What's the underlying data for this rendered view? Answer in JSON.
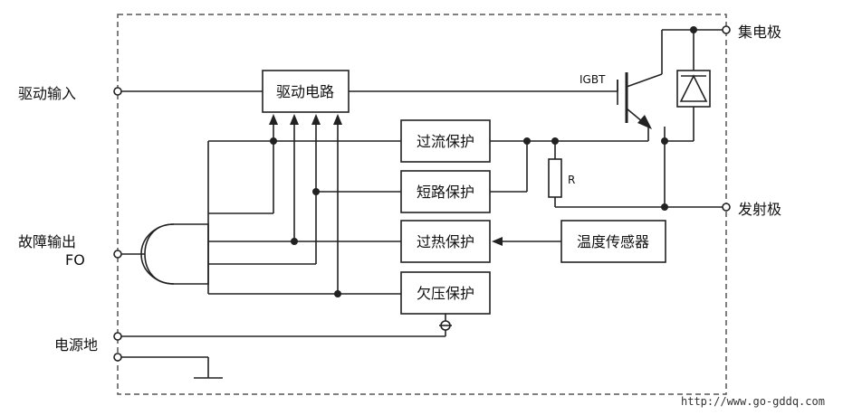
{
  "terminals": {
    "drive_input": "驱动输入",
    "fault_output": "故障输出",
    "fault_output_sub": "FO",
    "power_ground": "电源地",
    "collector": "集电极",
    "emitter": "发射极"
  },
  "blocks": {
    "drive_circuit": "驱动电路",
    "overcurrent": "过流保护",
    "short_circuit": "短路保护",
    "overheat": "过热保护",
    "temp_sensor": "温度传感器",
    "undervoltage": "欠压保护"
  },
  "components": {
    "igbt": "IGBT",
    "resistor": "R"
  },
  "watermark": "http://www.go-gddq.com"
}
